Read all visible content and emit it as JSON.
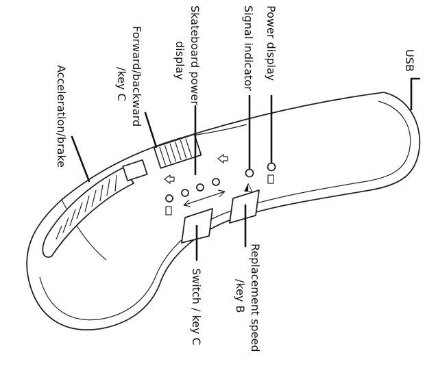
{
  "labels": {
    "usb": "USB",
    "power_display": "Power display",
    "signal_indicator": "Signal indicator",
    "skateboard_power_line1": "Skateboard power",
    "skateboard_power_line2": "display",
    "forward_backward_line1": "Forward/backward",
    "forward_backward_line2": "/key C",
    "acceleration_brake": "Acceleration/brake",
    "replacement_speed_line1": "Replacement speed",
    "replacement_speed_line2": "/key B",
    "switch_key": "Switch / key C"
  }
}
